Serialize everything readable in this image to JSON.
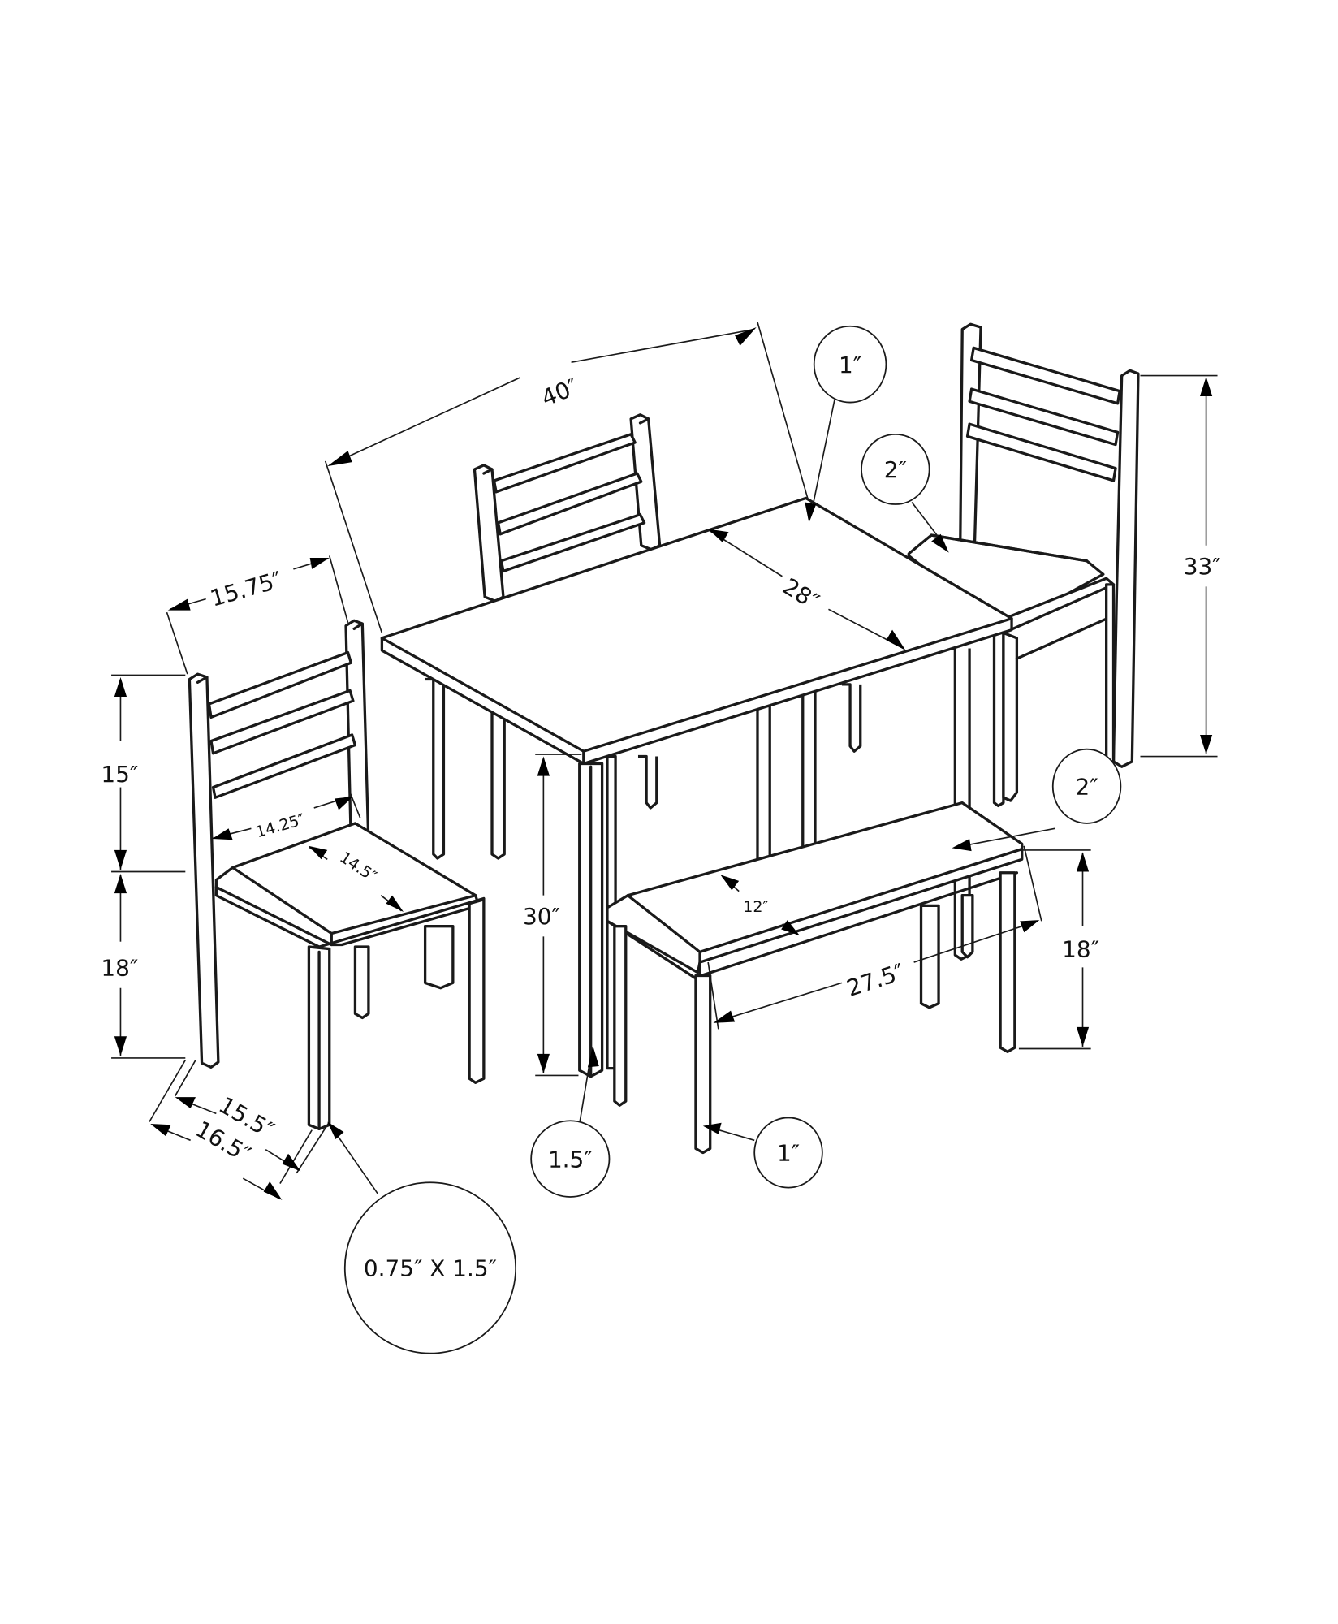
{
  "diagram": {
    "title": "Dining set dimension drawing",
    "pieces": [
      "table",
      "chair-left",
      "chair-back",
      "chair-right",
      "bench"
    ],
    "colors": {
      "line": "#1a1a1a",
      "background": "#ffffff"
    }
  },
  "dimensions": {
    "table_length": "40″",
    "table_width": "28″",
    "table_height": "30″",
    "table_top_thickness": "1″",
    "table_leg": "1.5″",
    "chair_back_width": "15.75″",
    "chair_back_height": "15″",
    "chair_seat_height": "18″",
    "chair_seat_width": "14.25″",
    "chair_seat_depth": "14.5″",
    "chair_depth_inner": "15.5″",
    "chair_depth_outer": "16.5″",
    "chair_leg": "0.75″ X 1.5″",
    "chair_total_height": "33″",
    "chair_seat_thickness": "2″",
    "bench_seat_thickness": "2″",
    "bench_depth": "12″",
    "bench_length": "27.5″",
    "bench_height": "18″",
    "bench_leg": "1″"
  }
}
